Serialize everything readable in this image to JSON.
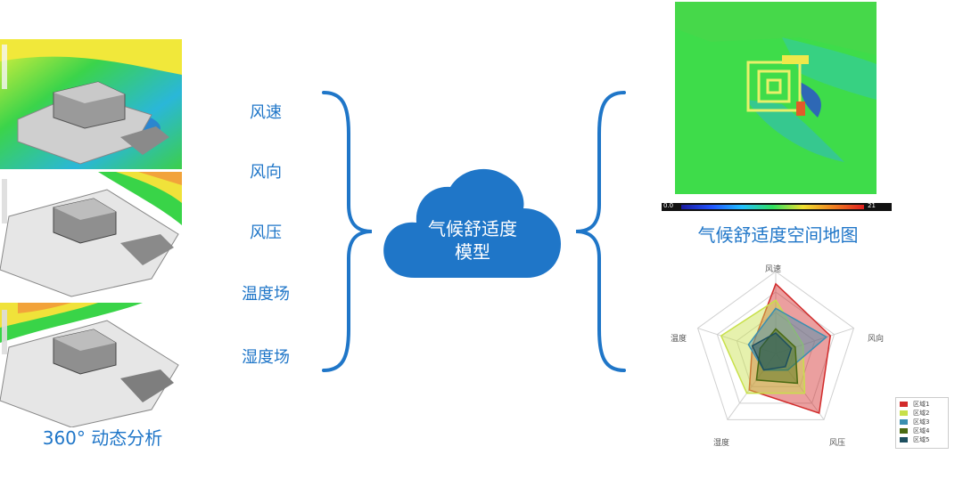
{
  "left_caption": "360°  动态分析",
  "factors": [
    "风速",
    "风向",
    "风压",
    "温度场",
    "湿度场"
  ],
  "center_model": {
    "line1": "气候舒适度",
    "line2": "模型"
  },
  "map_caption": "气候舒适度空间地图",
  "colorbar": {
    "min_label": "0.0",
    "max_label": "21"
  },
  "radar": {
    "axes": [
      "风速",
      "风向",
      "风压",
      "湿度",
      "温度"
    ],
    "series": [
      {
        "name": "区域1",
        "color": "#d22b2b",
        "values": [
          0.85,
          0.7,
          0.9,
          0.55,
          0.3
        ]
      },
      {
        "name": "区域2",
        "color": "#c8e04a",
        "values": [
          0.65,
          0.35,
          0.6,
          0.6,
          0.7
        ]
      },
      {
        "name": "区域3",
        "color": "#3a8fb0",
        "values": [
          0.55,
          0.65,
          0.25,
          0.25,
          0.35
        ]
      },
      {
        "name": "区域4",
        "color": "#4a6a12",
        "values": [
          0.3,
          0.25,
          0.45,
          0.4,
          0.2
        ]
      },
      {
        "name": "区域5",
        "color": "#1d4f5f",
        "values": [
          0.25,
          0.2,
          0.2,
          0.25,
          0.3
        ]
      }
    ]
  }
}
